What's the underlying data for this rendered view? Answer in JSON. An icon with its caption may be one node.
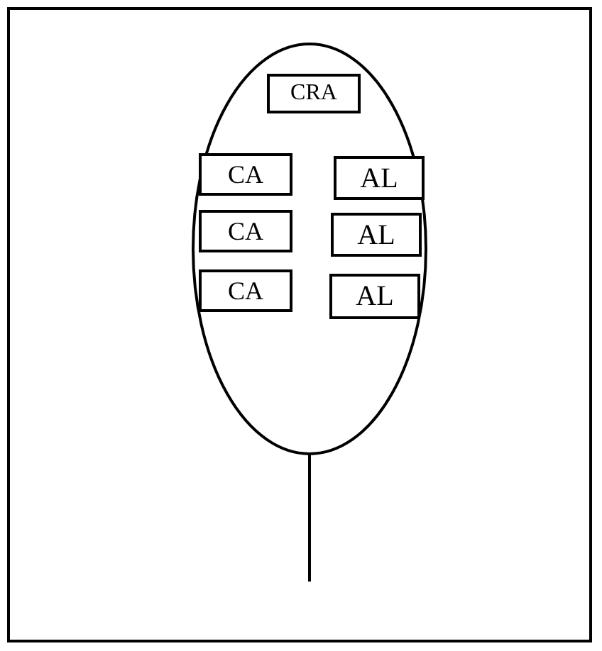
{
  "diagram": {
    "nodes": [
      {
        "text": [],
        "shape": "tree"
      },
      {
        "text": [
          "CRA"
        ],
        "in": 0
      },
      {
        "text": [
          "CA"
        ],
        "in": 0
      },
      {
        "text": [
          "AL"
        ],
        "in": 0
      },
      {
        "text": [
          "CA"
        ],
        "in": 0
      },
      {
        "text": [
          "AL"
        ],
        "in": 0
      },
      {
        "text": [
          "CA"
        ],
        "in": 0
      },
      {
        "text": [
          "AL"
        ],
        "in": 0
      }
    ]
  }
}
